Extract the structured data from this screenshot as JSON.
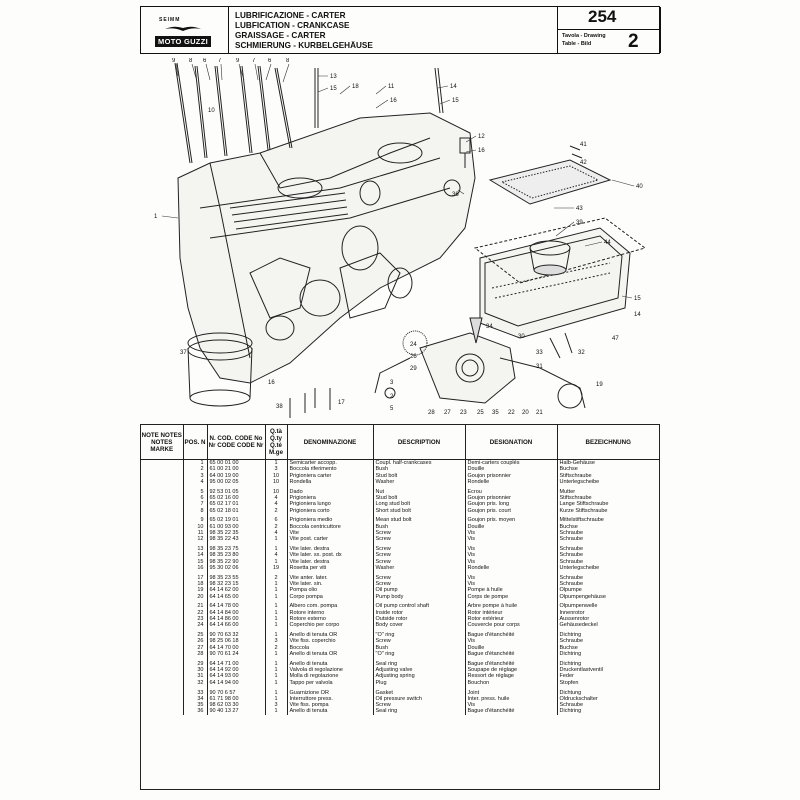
{
  "header": {
    "brand_small": "SEIMM",
    "brand": "MOTO GUZZI",
    "titles": [
      "LUBRIFICAZIONE - CARTER",
      "LUBFICATION - CRANKCASE",
      "GRAISSAGE - CARTER",
      "SCHMIERUNG - KURBELGEHÄUSE"
    ],
    "drawing_number": "254",
    "drawing_label": "Tavola - Drawing",
    "table_label": "Table - Bild",
    "table_number": "2"
  },
  "callouts": {
    "top": [
      "9",
      "8",
      "6",
      "7",
      "9",
      "7",
      "6",
      "8",
      "13",
      "15",
      "18",
      "11",
      "16",
      "14",
      "15"
    ],
    "left": [
      "10",
      "1",
      "37",
      "16",
      "38"
    ],
    "bottom": [
      "28",
      "27",
      "23",
      "25",
      "35",
      "22",
      "20",
      "21",
      "17",
      "3",
      "2",
      "5"
    ],
    "right": [
      "12",
      "16",
      "41",
      "42",
      "36",
      "40",
      "43",
      "39",
      "44",
      "15",
      "34",
      "14",
      "47",
      "30",
      "33",
      "31",
      "29",
      "26",
      "24",
      "32",
      "19"
    ]
  },
  "table": {
    "headers": {
      "note": "NOTE NOTES NOTES MARKE",
      "pos": "POS. N",
      "code": "N. COD. CODE No Nr CODE CODE Nr",
      "qty": "Q.tà Q.ty Q.té M.ge",
      "denominazione": "DENOMINAZIONE",
      "description": "DESCRIPTION",
      "designation": "DESIGNATION",
      "bezeichnung": "BEZEICHNUNG"
    },
    "rows": [
      [
        "1",
        "65 00 01 00",
        "1",
        "Semicarter accopp.",
        "Coupl. half-crankcases",
        "Demi-carters couplés",
        "Halb-Gehäuse"
      ],
      [
        "2",
        "61 00 21 00",
        "3",
        "Boccola riferimento",
        "Bush",
        "Douille",
        "Buchse"
      ],
      [
        "3",
        "64 00 19 00",
        "10",
        "Prigioniera carter",
        "Stud bolt",
        "Goujon prisonnier",
        "Stiftschraube"
      ],
      [
        "4",
        "95 00 02 05",
        "10",
        "Rondella",
        "Washer",
        "Rondelle",
        "Unterlegscheibe"
      ],
      [
        "",
        "",
        "",
        "",
        "",
        "",
        ""
      ],
      [
        "5",
        "92 53 01 05",
        "10",
        "Dado",
        "Nut",
        "Ecrou",
        "Mutter"
      ],
      [
        "6",
        "65 02 16 00",
        "4",
        "Prigioniera",
        "Stud bolt",
        "Goujon prisonnier",
        "Stiftschraube"
      ],
      [
        "7",
        "65 02 17 01",
        "4",
        "Prigioniera lungo",
        "Long stud bolt",
        "Goujon pris. long",
        "Lange Stiftschraube"
      ],
      [
        "8",
        "65 02 18 01",
        "2",
        "Prigioniera corto",
        "Short stud bolt",
        "Goujon pris. court",
        "Kurze Stiftschraube"
      ],
      [
        "",
        "",
        "",
        "",
        "",
        "",
        ""
      ],
      [
        "9",
        "65 02 19 01",
        "6",
        "Prigioniera medio",
        "Mean stud bolt",
        "Goujon pris. moyen",
        "Mittelstiftschraube"
      ],
      [
        "10",
        "61 00 93 00",
        "2",
        "Boccola centricuttore",
        "Bush",
        "Douille",
        "Buchse"
      ],
      [
        "11",
        "98 35 22 35",
        "4",
        "Vite",
        "Screw",
        "Vis",
        "Schraube"
      ],
      [
        "12",
        "98 35 22 43",
        "1",
        "Vite post. carter",
        "Screw",
        "Vis",
        "Schraube"
      ],
      [
        "",
        "",
        "",
        "",
        "",
        "",
        ""
      ],
      [
        "13",
        "98 35 23 75",
        "1",
        "Vite later. destra",
        "Screw",
        "Vis",
        "Schraube"
      ],
      [
        "14",
        "98 35 23 80",
        "4",
        "Vite later. sx. post. dx",
        "Screw",
        "Vis",
        "Schraube"
      ],
      [
        "15",
        "98 35 22 90",
        "1",
        "Vite later. destra",
        "Screw",
        "Vis",
        "Schraube"
      ],
      [
        "16",
        "95 30 02 06",
        "19",
        "Rosetta per viti",
        "Washer",
        "Rondelle",
        "Unterlegscheibe"
      ],
      [
        "",
        "",
        "",
        "",
        "",
        "",
        ""
      ],
      [
        "17",
        "98 35 23 55",
        "2",
        "Vite anter. later.",
        "Screw",
        "Vis",
        "Schraube"
      ],
      [
        "18",
        "98 32 23 15",
        "1",
        "Vite later. sin.",
        "Screw",
        "Vis",
        "Schraube"
      ],
      [
        "19",
        "64 14 62 00",
        "1",
        "Pompa olio",
        "Oil pump",
        "Pompe à huile",
        "Ölpumpe"
      ],
      [
        "20",
        "64 14 65 00",
        "1",
        "Corpo pompa",
        "Pump body",
        "Corps de pompe",
        "Ölpumpengehäuse"
      ],
      [
        "",
        "",
        "",
        "",
        "",
        "",
        ""
      ],
      [
        "21",
        "64 14 78 00",
        "1",
        "Albero com. pompa",
        "Oil pump control shaft",
        "Arbre pompe à huile",
        "Ölpumpenwelle"
      ],
      [
        "22",
        "64 14 84 00",
        "1",
        "Rotore interno",
        "Inside rotor",
        "Rotor intérieur",
        "Innenrotor"
      ],
      [
        "23",
        "64 14 86 00",
        "1",
        "Rotore esterno",
        "Outside rotor",
        "Rotor extérieur",
        "Aussenrotor"
      ],
      [
        "24",
        "64 14 66 00",
        "1",
        "Coperchio per corpo",
        "Body cover",
        "Couvercle pour corps",
        "Gehäusedeckel"
      ],
      [
        "",
        "",
        "",
        "",
        "",
        "",
        ""
      ],
      [
        "25",
        "90 70 63 32",
        "1",
        "Anello di tenuta OR",
        "\"O\" ring",
        "Bague d'étanchéité",
        "Dichtring"
      ],
      [
        "26",
        "98 25 06 18",
        "3",
        "Vite fiss. coperchio",
        "Screw",
        "Vis",
        "Schraube"
      ],
      [
        "27",
        "64 14 70 00",
        "2",
        "Boccola",
        "Bush",
        "Douille",
        "Buchse"
      ],
      [
        "28",
        "90 70 61 24",
        "1",
        "Anello di tenuta OR",
        "\"O\" ring",
        "Bague d'étanchéité",
        "Dichtring"
      ],
      [
        "",
        "",
        "",
        "",
        "",
        "",
        ""
      ],
      [
        "29",
        "64 14 71 00",
        "1",
        "Anello di tenuta",
        "Seal ring",
        "Bague d'étanchéité",
        "Dichtring"
      ],
      [
        "30",
        "64 14 92 00",
        "1",
        "Valvola di regolazione",
        "Adjusting valve",
        "Soupape de réglage",
        "Druckentlastventil"
      ],
      [
        "31",
        "64 14 93 00",
        "1",
        "Molla di regolazione",
        "Adjusting spring",
        "Ressort de réglage",
        "Feder"
      ],
      [
        "32",
        "64 14 94 00",
        "1",
        "Tappo per valvola",
        "Plug",
        "Bouchon",
        "Stopfen"
      ],
      [
        "",
        "",
        "",
        "",
        "",
        "",
        ""
      ],
      [
        "33",
        "90 70 6 57",
        "1",
        "Guarnizione OR",
        "Gasket",
        "Joint",
        "Dichtung"
      ],
      [
        "34",
        "61 71 98 00",
        "1",
        "Interruttore press.",
        "Oil pressure switch",
        "Inter. press. huile",
        "Öldruckschalter"
      ],
      [
        "35",
        "98 62 03 30",
        "3",
        "Vite fiss. pompa",
        "Screw",
        "Vis",
        "Schraube"
      ],
      [
        "36",
        "90 40 13 27",
        "1",
        "Anello di tenuta",
        "Seal ring",
        "Bague d'étanchéité",
        "Dichtring"
      ]
    ]
  }
}
